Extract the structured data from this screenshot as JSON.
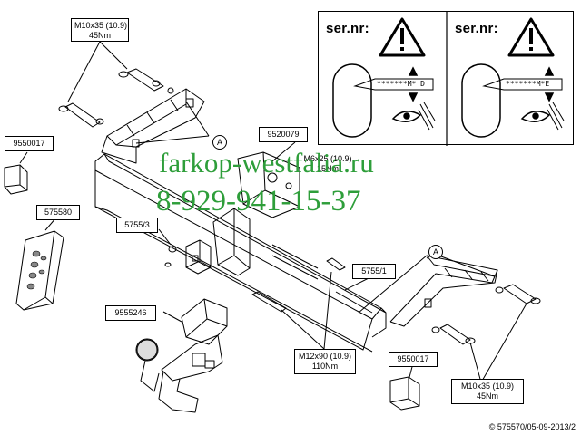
{
  "warning": {
    "label": "ser.nr:",
    "variants": [
      {
        "code": "*******M* D"
      },
      {
        "code": "*******M*E"
      }
    ]
  },
  "labels": {
    "bolt_top": {
      "line1": "M10x35 (10.9)",
      "line2": "45Nm"
    },
    "bolt_bottom_right": {
      "line1": "M10x35 (10.9)",
      "line2": "45Nm"
    },
    "bolt_center": {
      "line1": "M12x90 (10.9)",
      "line2": "110Nm"
    },
    "bolt_bracket": {
      "line1": "M6x25 (10.9)",
      "line2": "15Nm"
    },
    "part_left_block": "9550017",
    "part_right_block": "9550017",
    "part_plate": "575580",
    "part_bracket": "9520079",
    "part_bar_left": "5755/3",
    "part_bar_right": "5755/1",
    "part_ball": "9555246"
  },
  "callouts": {
    "a": "A"
  },
  "watermark": {
    "site": "farkop-westfalia.ru",
    "phone": "8-929-941-15-37"
  },
  "copyright": "© 575570/05-09-2013/2",
  "colors": {
    "ink": "#000000",
    "watermark": "#2e9e3a",
    "paper": "#ffffff"
  }
}
